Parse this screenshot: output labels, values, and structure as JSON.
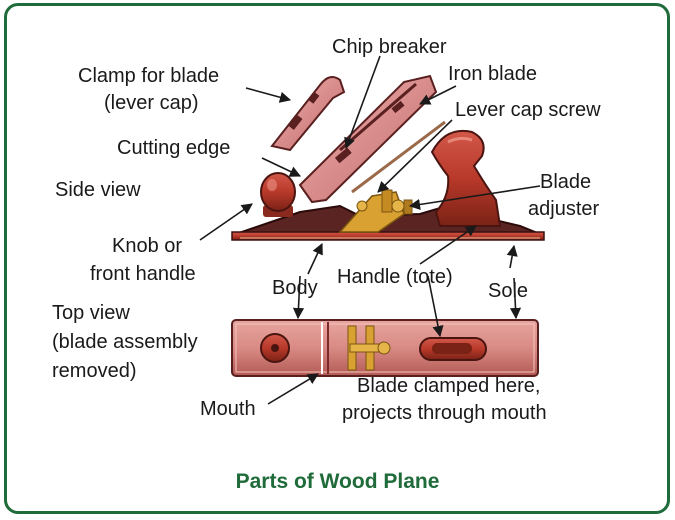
{
  "labels": {
    "chip_breaker": "Chip breaker",
    "iron_blade": "Iron blade",
    "clamp_line1": "Clamp for blade",
    "clamp_line2": "(lever cap)",
    "lever_cap_screw": "Lever cap screw",
    "cutting_edge": "Cutting edge",
    "side_view": "Side view",
    "blade_adjuster_line1": "Blade",
    "blade_adjuster_line2": "adjuster",
    "knob_line1": "Knob or",
    "knob_line2": "front handle",
    "body": "Body",
    "handle_tote": "Handle (tote)",
    "sole": "Sole",
    "top_view_line1": "Top view",
    "top_view_line2": "(blade assembly",
    "top_view_line3": "removed)",
    "mouth": "Mouth",
    "clamped_line1": "Blade clamped here,",
    "clamped_line2": "projects through mouth"
  },
  "caption": "Parts of  Wood Plane",
  "colors": {
    "frame": "#1f6b3a",
    "caption": "#1f6b3a",
    "wood_red": "#b8392a",
    "wood_dark": "#6e1a12",
    "steel_pink": "#d98a8a",
    "brass": "#d9a032",
    "base_dark": "#4a2020",
    "text": "#1a1a1a"
  }
}
